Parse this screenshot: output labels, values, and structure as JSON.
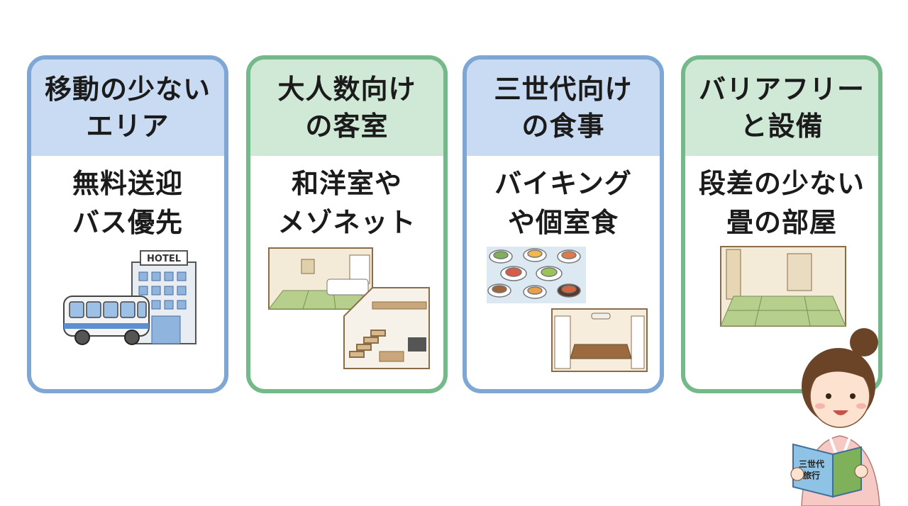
{
  "cards": [
    {
      "title_lines": [
        "移動の少ない",
        "エリア"
      ],
      "detail_lines": [
        "無料送迎",
        "バス優先"
      ],
      "sign": "HOTEL"
    },
    {
      "title_lines": [
        "大人数向け",
        "の客室"
      ],
      "detail_lines": [
        "和洋室や",
        "メゾネット"
      ]
    },
    {
      "title_lines": [
        "三世代向け",
        "の食事"
      ],
      "detail_lines": [
        "バイキング",
        "や個室食"
      ]
    },
    {
      "title_lines": [
        "バリアフリー",
        "と設備"
      ],
      "detail_lines": [
        "段差の少ない",
        "畳の部屋"
      ]
    }
  ],
  "guide": {
    "book_lines": [
      "三世代",
      "旅行"
    ]
  },
  "colors": {
    "blue_border": "#7ea7d6",
    "blue_header": "#c9dbf2",
    "green_border": "#74b98a",
    "green_header": "#cfe9d6"
  }
}
